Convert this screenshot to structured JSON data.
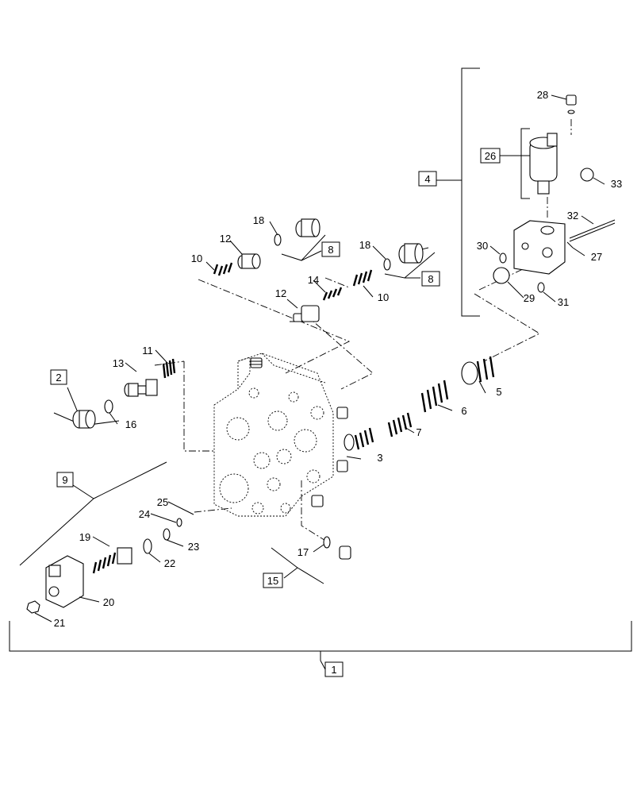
{
  "callouts": [
    {
      "id": "c1",
      "text": "1",
      "boxed": true
    },
    {
      "id": "c2",
      "text": "2",
      "boxed": true
    },
    {
      "id": "c3",
      "text": "3",
      "boxed": false
    },
    {
      "id": "c4",
      "text": "4",
      "boxed": true
    },
    {
      "id": "c5",
      "text": "5",
      "boxed": false
    },
    {
      "id": "c6",
      "text": "6",
      "boxed": false
    },
    {
      "id": "c7",
      "text": "7",
      "boxed": false
    },
    {
      "id": "c8a",
      "text": "8",
      "boxed": true
    },
    {
      "id": "c8b",
      "text": "8",
      "boxed": true
    },
    {
      "id": "c9",
      "text": "9",
      "boxed": true
    },
    {
      "id": "c10a",
      "text": "10",
      "boxed": false
    },
    {
      "id": "c10b",
      "text": "10",
      "boxed": false
    },
    {
      "id": "c11",
      "text": "11",
      "boxed": false
    },
    {
      "id": "c12a",
      "text": "12",
      "boxed": false
    },
    {
      "id": "c12b",
      "text": "12",
      "boxed": false
    },
    {
      "id": "c13",
      "text": "13",
      "boxed": false
    },
    {
      "id": "c14",
      "text": "14",
      "boxed": false
    },
    {
      "id": "c15",
      "text": "15",
      "boxed": true
    },
    {
      "id": "c16",
      "text": "16",
      "boxed": false
    },
    {
      "id": "c17",
      "text": "17",
      "boxed": false
    },
    {
      "id": "c18a",
      "text": "18",
      "boxed": false
    },
    {
      "id": "c18b",
      "text": "18",
      "boxed": false
    },
    {
      "id": "c19",
      "text": "19",
      "boxed": false
    },
    {
      "id": "c20",
      "text": "20",
      "boxed": false
    },
    {
      "id": "c21",
      "text": "21",
      "boxed": false
    },
    {
      "id": "c22",
      "text": "22",
      "boxed": false
    },
    {
      "id": "c23",
      "text": "23",
      "boxed": false
    },
    {
      "id": "c24",
      "text": "24",
      "boxed": false
    },
    {
      "id": "c25",
      "text": "25",
      "boxed": false
    },
    {
      "id": "c26",
      "text": "26",
      "boxed": true
    },
    {
      "id": "c27",
      "text": "27",
      "boxed": false
    },
    {
      "id": "c28",
      "text": "28",
      "boxed": false
    },
    {
      "id": "c29",
      "text": "29",
      "boxed": false
    },
    {
      "id": "c30",
      "text": "30",
      "boxed": false
    },
    {
      "id": "c31",
      "text": "31",
      "boxed": false
    },
    {
      "id": "c32",
      "text": "32",
      "boxed": false
    },
    {
      "id": "c33",
      "text": "33",
      "boxed": false
    }
  ]
}
